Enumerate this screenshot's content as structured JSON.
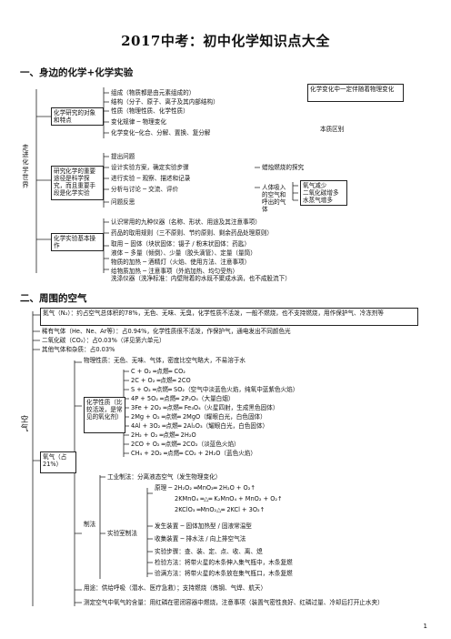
{
  "title": "2017中考：初中化学知识点大全",
  "sec1": {
    "heading": "一、身边的化学+化学实验",
    "side_label": "走进化学世界",
    "branch1": "化学研究的对象和特点",
    "b1_lines": [
      "组成（物质都是由元素组成的）",
      "结构（分子、原子、离子及其内部结构）",
      "性质（物理性质、化学性质）",
      "变化规律 ─ 物理变化",
      "化学变化─化合、分解、置换、复分解"
    ],
    "b1_note": "化学变化中一定伴随着物理变化",
    "b1_note2": "本质区别",
    "branch2": "研究化学的重要途径是科学探究，而且重要手段是化学实验",
    "b2_lines": [
      "提出问题",
      "设计实验方案，确定实验步骤",
      "进行实验 ─ 观察、描述和记录",
      "分析与讨论 ─ 交流、评价",
      "问题反思"
    ],
    "b2_right": [
      "蜡烛燃烧的探究",
      "人体吸入的空气和呼出的气体",
      "氧气减少",
      "二氧化碳增多",
      "水蒸气增多"
    ],
    "branch3": "化学实验基本操作",
    "b3_top": [
      "认识常用的九种仪器（名称、形状、用途及其注意事项）",
      "药品的取用规则（三不原则、节约原则、剩余药品处理原则）"
    ],
    "b3_lines": [
      "取用 ─ 固体（块状固体：镊子 / 粉末状固体：药匙）",
      "液体 ─ 多量（倾倒）、少量（胶头滴管）、定量（量筒）",
      "物质的加热 ─ 酒精灯（火焰、使用方法、注意事项）",
      "给物质加热 ─ 注意事项（外焰加热、均匀受热）"
    ],
    "b3_bottom": "洗涤仪器（洗净标准：内壁附着的水既不聚成水滴，也不成股流下）"
  },
  "sec2": {
    "heading": "二、周围的空气",
    "side_label": "空气",
    "top_lines": [
      "氮气（N₂）：约占空气总体积的78%，无色、无味、无臭，化学性质不活泼，一般不燃烧，也不支持燃烧，用作保护气、冷冻剂等",
      "稀有气体（He、Ne、Ar等）：占0.94%，化学性质很不活泼，作保护气，通电发出不同颜色光",
      "二氧化碳（CO₂）：占0.03%（详见第六单元）",
      "其他气体和杂质：占0.03%"
    ],
    "oxygen": "氧气（占21%）",
    "physical": "物理性质：无色、无味、气体，密度比空气略大，不易溶于水",
    "chem_label": "化学性质（比较活泼，是常见的氧化剂）",
    "reactions": [
      "C + O₂ ═点燃═ CO₂",
      "2C + O₂ ═点燃═ 2CO",
      "S + O₂ ═点燃═ SO₂（空气中淡蓝色火焰，纯氧中蓝紫色火焰）",
      "4P + 5O₂ ═点燃═ 2P₂O₅（大量白烟）",
      "3Fe + 2O₂ ═点燃═ Fe₃O₄（火星四射，生成黑色固体）",
      "2Mg + O₂ ═点燃═ 2MgO（耀眼白光，白色固体）",
      "4Al + 3O₂ ═点燃═ 2Al₂O₃（耀眼白光，白色固体）",
      "2H₂ + O₂ ═点燃═ 2H₂O",
      "2CO + O₂ ═点燃═ 2CO₂（淡蓝色火焰）",
      "CH₄ + 2O₂ ═点燃═ CO₂ + 2H₂O（蓝色火焰）"
    ],
    "prep_label": "制法",
    "industry": "工业制法：分离液态空气（发生物理变化）",
    "lab_label": "实验室制法",
    "lab_lines": [
      "原理 ─ 2H₂O₂ ═MnO₂═ 2H₂O + O₂↑",
      "2KMnO₄ ═△═ K₂MnO₄ + MnO₂ + O₂↑",
      "2KClO₃ ═MnO₂△═ 2KCl + 3O₂↑",
      "发生装置 ─ 固体加热型 / 固液常温型",
      "收集装置 ─ 排水法 / 向上排空气法",
      "实验步骤：查、装、定、点、收、离、熄",
      "检验方法：将带火星的木条伸入集气瓶中，木条复燃",
      "验满方法：将带火星的木条放在集气瓶口，木条复燃"
    ],
    "uses": "用途：供给呼吸（潜水、医疗急救）；支持燃烧（炼钢、气焊、航天）",
    "measure": "测定空气中氧气的含量：用红磷在密闭容器中燃烧，注意事项（装置气密性良好、红磷过量、冷却后打开止水夹）"
  },
  "page_number": "1"
}
